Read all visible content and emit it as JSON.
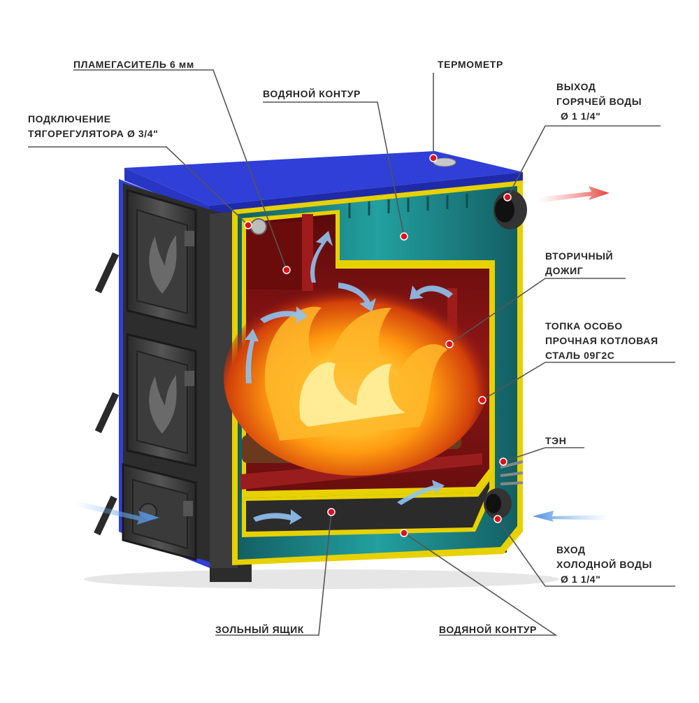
{
  "labels": {
    "flame_arrester": "ПЛАМЕГАСИТЕЛЬ 6 мм",
    "thermometer": "ТЕРМОМЕТР",
    "water_circuit_top": "ВОДЯНОЙ КОНТУР",
    "draft_regulator": [
      "ПОДКЛЮЧЕНИЕ",
      "ТЯГОРЕГУЛЯТОРА Ø 3/4\""
    ],
    "hot_water_outlet": [
      "ВЫХОД",
      "ГОРЯЧЕЙ ВОДЫ",
      "Ø 1 1/4\""
    ],
    "secondary_burn": [
      "ВТОРИЧНЫЙ",
      "ДОЖИГ"
    ],
    "firebox": [
      "ТОПКА  ОСОБО",
      "ПРОЧНАЯ КОТЛОВАЯ",
      "СТАЛЬ 09Г2С"
    ],
    "heating_element": "ТЭН",
    "cold_water_inlet": [
      "ВХОД",
      "ХОЛОДНОЙ ВОДЫ",
      "Ø 1 1/4\""
    ],
    "ash_box": "ЗОЛЬНЫЙ ЯЩИК",
    "water_circuit_bottom": "ВОДЯНОЙ КОНТУР"
  },
  "colors": {
    "casing_blue": "#2f3fd8",
    "casing_blue_dark": "#1f2aa8",
    "water_teal": "#1f8c8c",
    "water_teal_dark": "#135f63",
    "firebox_red": "#8c1414",
    "firebox_red_dark": "#5a0a0a",
    "insulation_yellow": "#e8d100",
    "door_iron": "#3a3a3a",
    "marker_red": "#e0101a",
    "leader_gray": "#555555",
    "arrow_blue": "#8fc3f0",
    "arrow_red": "#f08a8a"
  }
}
